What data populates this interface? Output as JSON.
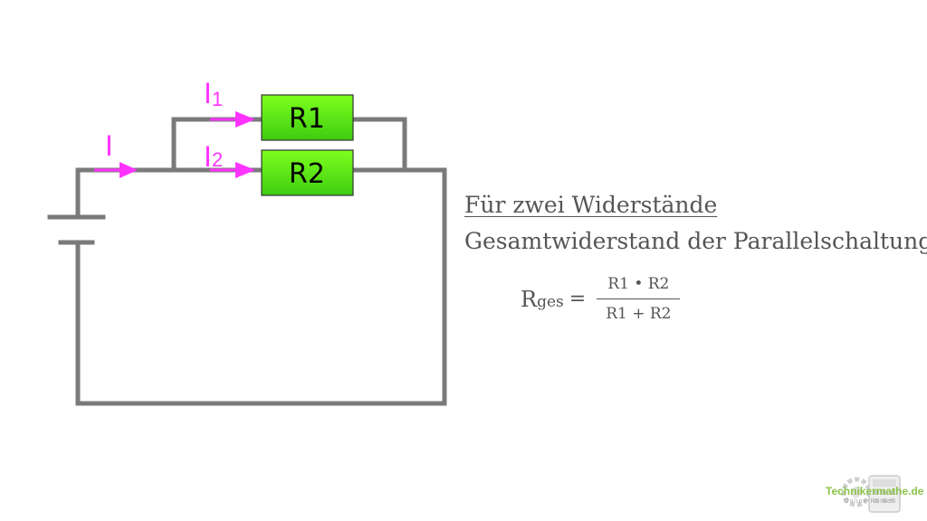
{
  "circuit": {
    "resistor_1": "R1",
    "resistor_2": "R2",
    "current_total": "I",
    "current_1": {
      "main": "I",
      "index": "1"
    },
    "current_2": {
      "main": "I",
      "index": "2"
    },
    "colors": {
      "wire": "#7a7a7a",
      "current_arrow": "#ff33ff",
      "resistor_fill_light": "#7dff1e",
      "resistor_fill_dark": "#3fcc10"
    }
  },
  "text": {
    "heading": "Für zwei Widerstände",
    "subheading": "Gesamtwiderstand der Parallelschaltung:"
  },
  "formula": {
    "lhs_main": "R",
    "lhs_sub": "ges",
    "equals": "=",
    "numerator": "R1 • R2",
    "denominator": "R1 + R2"
  },
  "logo": {
    "text": "Technikermathe.de",
    "tagline": "Online-Kurse",
    "icon": "gear-calculator-icon"
  }
}
